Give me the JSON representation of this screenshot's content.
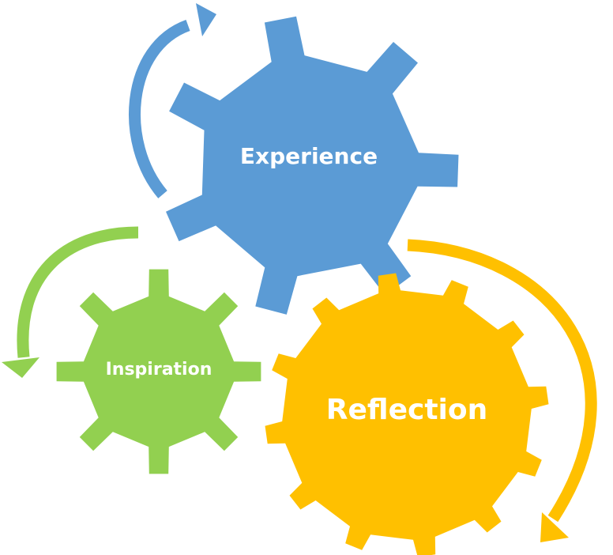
{
  "gears": [
    {
      "id": "experience",
      "label": "Experience",
      "color": "#5b9bd5"
    },
    {
      "id": "inspiration",
      "label": "Inspiration",
      "color": "#92d050"
    },
    {
      "id": "reflection",
      "label": "Reflection",
      "color": "#ffc000"
    }
  ],
  "arrows": [
    {
      "id": "arrow-blue",
      "color": "#5b9bd5"
    },
    {
      "id": "arrow-green",
      "color": "#92d050"
    },
    {
      "id": "arrow-yellow",
      "color": "#ffc000"
    }
  ]
}
